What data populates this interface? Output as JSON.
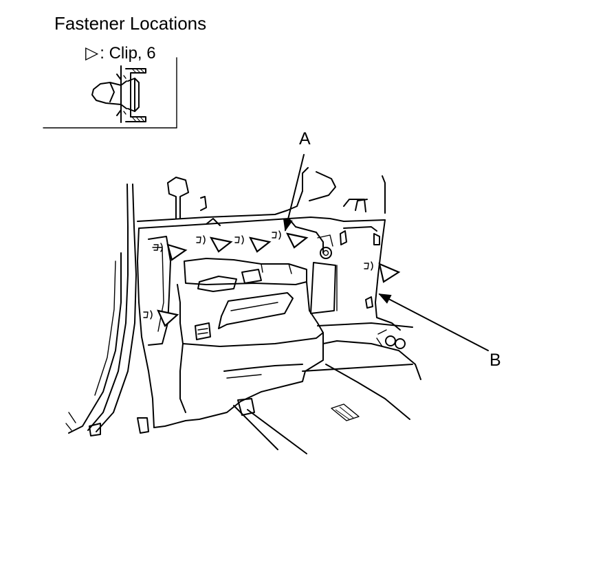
{
  "title": "Fastener Locations",
  "legend": {
    "glyph": "▷",
    "text": ": Clip, 6"
  },
  "callouts": {
    "a": "A",
    "b": "B"
  },
  "colors": {
    "line": "#000000",
    "background": "#ffffff"
  },
  "icons": {
    "clip_marker": "open-triangle-icon"
  }
}
